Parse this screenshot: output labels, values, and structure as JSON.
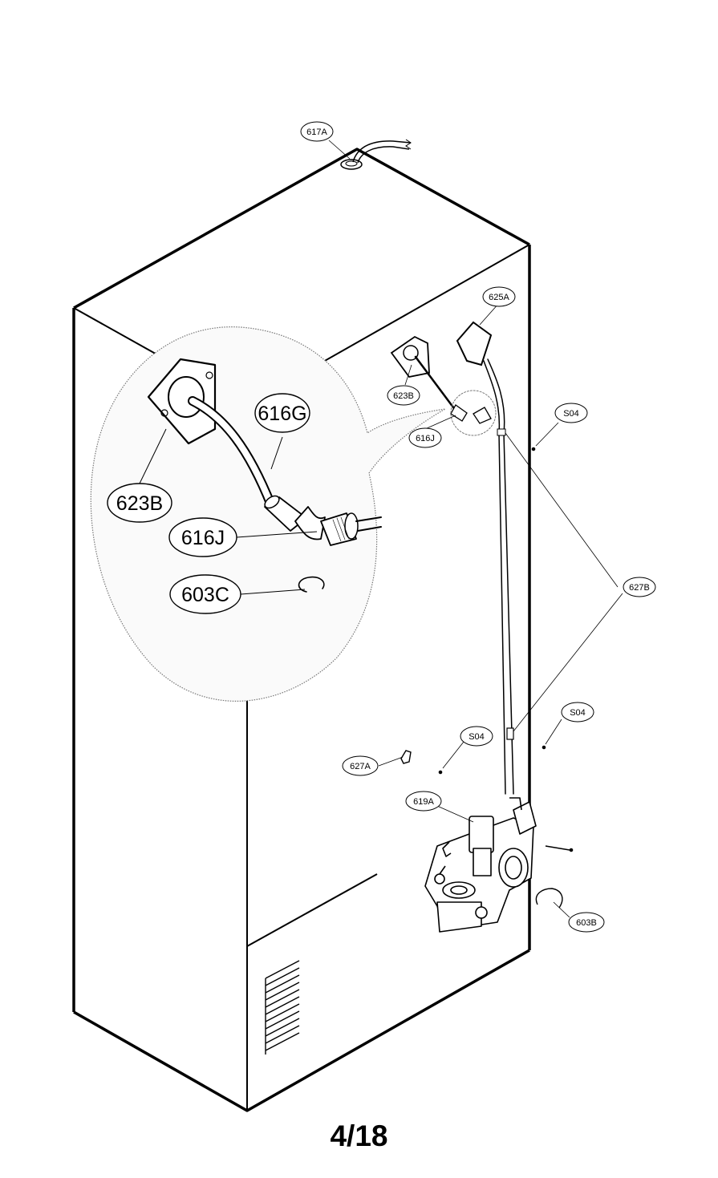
{
  "callouts": {
    "c617A": "617A",
    "c625A": "625A",
    "c623B_small": "623B",
    "c616J_small": "616J",
    "c616G": "616G",
    "c623B_large": "623B",
    "c616J_large": "616J",
    "c603C": "603C",
    "cS04_top": "S04",
    "c627B": "627B",
    "cS04_right": "S04",
    "cS04_mid": "S04",
    "c627A": "627A",
    "c619A": "619A",
    "c603B": "603B"
  },
  "page_number": "4/18"
}
